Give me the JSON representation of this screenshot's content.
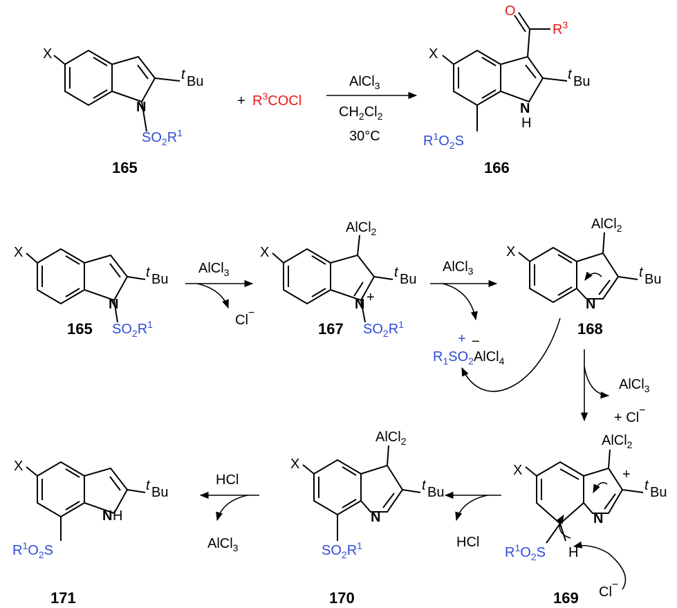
{
  "colors": {
    "black": "#000000",
    "blue": "#2f4bd8",
    "red": "#e8191b"
  },
  "compounds": {
    "c165": "165",
    "c166": "166",
    "c167": "167",
    "c168": "168",
    "c169": "169",
    "c170": "170",
    "c171": "171"
  },
  "labels": {
    "X": "X",
    "tBu_sup": "t",
    "tBu": "Bu",
    "N": "N",
    "NH_N": "N",
    "NH_H": "H",
    "plus": "+",
    "minus": "−",
    "SO2R1": {
      "a": "SO",
      "b": "2",
      "c": "R",
      "d": "1"
    },
    "R1O2S": {
      "a": "R",
      "b": "1",
      "c": "O",
      "d": "2",
      "e": "S"
    },
    "reagent_plus": "+",
    "R3COCl": {
      "a": "R",
      "b": "3",
      "c": "COCl"
    },
    "O": "O",
    "R3": {
      "a": "R",
      "b": "3"
    },
    "AlCl2": {
      "a": "AlCl",
      "b": "2"
    },
    "H": "H"
  },
  "conditions": {
    "step1": {
      "reagent": "AlCl",
      "reagent_sub": "3",
      "solvent_a": "CH",
      "solvent_b": "2",
      "solvent_c": "Cl",
      "solvent_d": "2",
      "temp": "30°C"
    },
    "step2": {
      "reagent": "AlCl",
      "reagent_sub": "3",
      "byproduct": "Cl"
    },
    "step3": {
      "reagent": "AlCl",
      "reagent_sub": "3"
    },
    "salt": {
      "a": "R",
      "b": "1",
      "c": "SO",
      "d": "2",
      "e": "AlCl",
      "f": "4"
    },
    "step4": {
      "byproduct1": "AlCl",
      "byproduct1_sub": "3",
      "byproduct2": "+ Cl"
    },
    "step5": {
      "byproduct": "HCl"
    },
    "step6": {
      "reagent": "HCl",
      "byproduct": "AlCl",
      "byproduct_sub": "3"
    }
  }
}
